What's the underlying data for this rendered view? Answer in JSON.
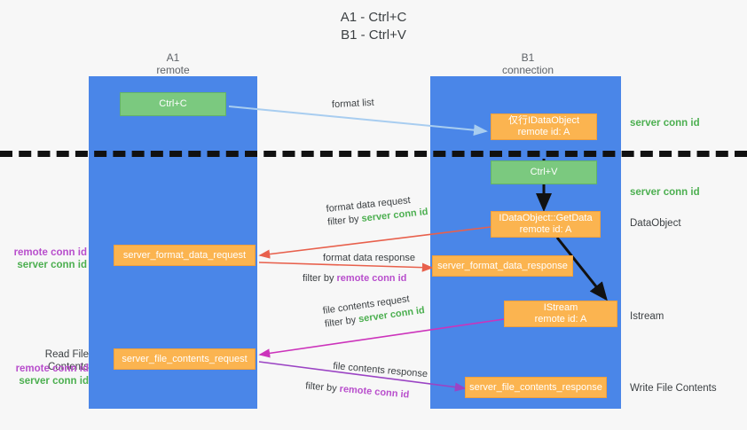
{
  "title_lines": [
    "A1 - Ctrl+C",
    "B1 - Ctrl+V"
  ],
  "colors": {
    "lane": "#4a86e8",
    "green_box": "#7bc97f",
    "orange_box": "#fbb450",
    "server_conn": "#4caf50",
    "remote_conn": "#b84ecc",
    "arrow_blue": "#a8cdf0",
    "arrow_red": "#e8604c",
    "arrow_magenta": "#cc33bb",
    "arrow_purple": "#9b44c4",
    "arrow_black": "#111111",
    "background": "#f7f7f7"
  },
  "columns": [
    {
      "name": "A1",
      "sub": "remote"
    },
    {
      "name": "B1",
      "sub": "connection"
    }
  ],
  "boxes": {
    "ctrl_c": {
      "line1": "Ctrl+C",
      "line2": ""
    },
    "idataobject_top": {
      "line1": "仅行IDataObject",
      "line2": "remote id: A"
    },
    "ctrl_v": {
      "line1": "Ctrl+V",
      "line2": ""
    },
    "getdata": {
      "line1": "IDataObject::GetData",
      "line2": "remote id: A"
    },
    "istream": {
      "line1": "IStream",
      "line2": "remote id: A"
    },
    "server_format_data_request": {
      "line1": "server_format_data_request",
      "line2": ""
    },
    "server_format_data_response": {
      "line1": "server_format_data_response",
      "line2": ""
    },
    "server_file_contents_request": {
      "line1": "server_file_contents_request",
      "line2": ""
    },
    "server_file_contents_response": {
      "line1": "server_file_contents_response",
      "line2": ""
    }
  },
  "right_labels": [
    {
      "text": "server conn id",
      "style": "green"
    },
    {
      "text": "server conn id",
      "style": "green"
    },
    {
      "text": "DataObject",
      "style": "plain"
    },
    {
      "text": "Istream",
      "style": "plain"
    },
    {
      "text": "Write File Contents",
      "style": "plain"
    }
  ],
  "left_labels": {
    "group1": [
      {
        "text": "remote conn id",
        "style": "purple"
      },
      {
        "text": "server conn id",
        "style": "green"
      }
    ],
    "group2_heading": "Read File Contents",
    "group2": [
      {
        "text": "remote conn id",
        "style": "purple"
      },
      {
        "text": "server conn id",
        "style": "green"
      }
    ]
  },
  "arrow_labels": {
    "format_list": "format list",
    "format_data_request": {
      "line1": "format data request",
      "prefix": "filter by ",
      "emphasis": "server conn id",
      "emphasis_style": "green"
    },
    "format_data_response": {
      "line1": "format data response",
      "prefix": "filter by ",
      "emphasis": "remote conn id",
      "emphasis_style": "purple"
    },
    "file_contents_request": {
      "line1": "file contents request",
      "prefix": "filter by ",
      "emphasis": "server conn id",
      "emphasis_style": "green"
    },
    "file_contents_response": {
      "line1": "file contents response",
      "prefix": "filter by ",
      "emphasis": "remote conn id",
      "emphasis_style": "purple"
    }
  }
}
